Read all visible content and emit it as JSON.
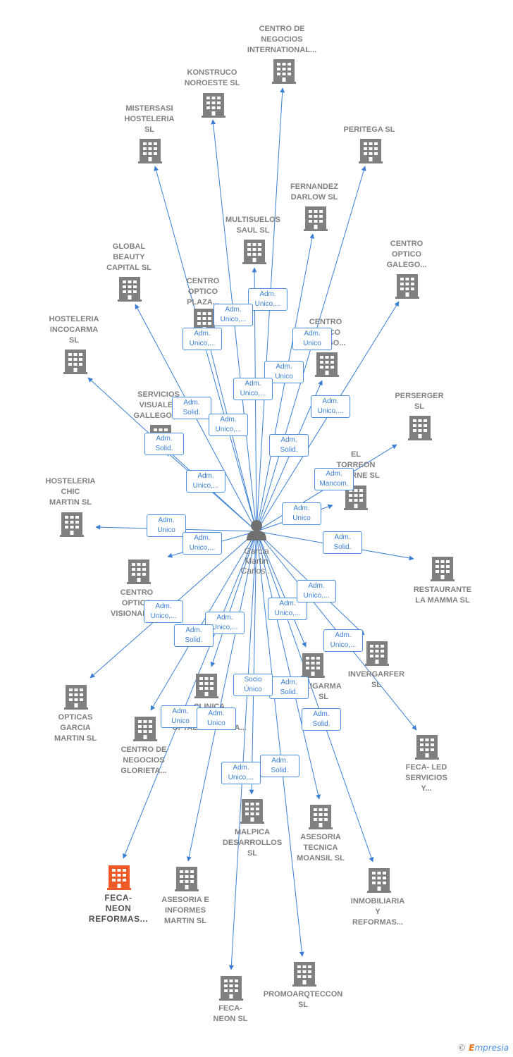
{
  "colors": {
    "edge": "#3a7fd5",
    "building": "#808080",
    "highlight": "#f05a28",
    "person": "#707070"
  },
  "center": {
    "label": "Garcia\nMartin\nCarlos...",
    "icon": "person-icon"
  },
  "nodes": [
    {
      "id": "centro-negocios-international",
      "label": "CENTRO DE\nNEGOCIOS\nINTERNATIONAL..."
    },
    {
      "id": "konstruco",
      "label": "KONSTRUCO\nNOROESTE SL"
    },
    {
      "id": "mistersasi",
      "label": "MISTERSASI\nHOSTELERIA\nSL"
    },
    {
      "id": "peritega",
      "label": "PERITEGA SL"
    },
    {
      "id": "fernandez-darlow",
      "label": "FERNANDEZ\nDARLOW SL"
    },
    {
      "id": "multisuelos",
      "label": "MULTISUELOS\nSAUL SL"
    },
    {
      "id": "global-beauty",
      "label": "GLOBAL\nBEAUTY\nCAPITAL SL"
    },
    {
      "id": "centro-optico-galego",
      "label": "CENTRO\nOPTICO\nGALEGO..."
    },
    {
      "id": "centro-optico-plaza",
      "label": "CENTRO\nOPTICO\nPLAZA..."
    },
    {
      "id": "hosteleria-incocarma",
      "label": "HOSTELERIA\nINCOCARMA\nSL"
    },
    {
      "id": "centro-optico-2",
      "label": "CENTRO\nOPTICO\nGALEGO..."
    },
    {
      "id": "servicios-visuales",
      "label": "SERVICIOS\nVISUALES\nGALLEGOS..."
    },
    {
      "id": "perserger",
      "label": "PERSERGER\nSL"
    },
    {
      "id": "el-torreon",
      "label": "EL\nTORREON\nDE ORNE SL"
    },
    {
      "id": "hosteleria-chic",
      "label": "HOSTELERIA\nCHIC\nMARTIN SL"
    },
    {
      "id": "restaurante-mamma",
      "label": "RESTAURANTE\nLA MAMMA SL"
    },
    {
      "id": "centro-optico-visionar",
      "label": "CENTRO\nOPTICO\nVISIONARIO..."
    },
    {
      "id": "invergarfer",
      "label": "INVERGARFER\nSL"
    },
    {
      "id": "ligarma",
      "label": "LIGARMA\nSL"
    },
    {
      "id": "opticas-garcia",
      "label": "OPTICAS\nGARCIA\nMARTIN SL"
    },
    {
      "id": "clinica",
      "label": "CLINICA\nDENTAL\nOFTALMOLOGICA..."
    },
    {
      "id": "centro-negocios-glorieta",
      "label": "CENTRO DE\nNEGOCIOS\nGLORIETA..."
    },
    {
      "id": "feca-led",
      "label": "FECA- LED\nSERVICIOS\nY..."
    },
    {
      "id": "malpica",
      "label": "MALPICA\nDESARROLLOS\nSL"
    },
    {
      "id": "asesoria-moansil",
      "label": "ASESORIA\nTECNICA\nMOANSIL SL"
    },
    {
      "id": "feca-neon-reformas",
      "label": "FECA-\nNEON\nREFORMAS..."
    },
    {
      "id": "asesoria-informes",
      "label": "ASESORIA E\nINFORMES\nMARTIN SL"
    },
    {
      "id": "inmobiliaria",
      "label": "INMOBILIARIA\nY\nREFORMAS..."
    },
    {
      "id": "feca-neon",
      "label": "FECA-\nNEON SL"
    },
    {
      "id": "promoarqteccon",
      "label": "PROMOARQTECCON\nSL"
    }
  ],
  "edges": [
    {
      "to": "centro-negocios-international",
      "role": "Adm.\nUnico,..."
    },
    {
      "to": "konstruco",
      "role": "Adm.\nUnico,..."
    },
    {
      "to": "mistersasi",
      "role": "Adm.\nUnico,..."
    },
    {
      "to": "peritega",
      "role": "Adm.\nUnico"
    },
    {
      "to": "fernandez-darlow",
      "role": "Adm.\nUnico"
    },
    {
      "to": "multisuelos",
      "role": "Adm.\nUnico,..."
    },
    {
      "to": "global-beauty",
      "role": "Adm.\nSolid."
    },
    {
      "to": "centro-optico-galego",
      "role": "Adm.\nUnico,..."
    },
    {
      "to": "centro-optico-plaza",
      "role": "Adm.\nUnico,..."
    },
    {
      "to": "hosteleria-incocarma",
      "role": "Adm.\nSolid."
    },
    {
      "to": "centro-optico-2",
      "role": "Adm.\nSolid."
    },
    {
      "to": "servicios-visuales",
      "role": "Adm.\nUnico,..."
    },
    {
      "to": "perserger",
      "role": "Adm.\nMancom."
    },
    {
      "to": "el-torreon",
      "role": "Adm.\nUnico"
    },
    {
      "to": "hosteleria-chic",
      "role": "Adm.\nUnico"
    },
    {
      "to": "restaurante-mamma",
      "role": "Adm.\nSolid."
    },
    {
      "to": "centro-optico-visionar",
      "role": "Adm.\nUnico,..."
    },
    {
      "to": "invergarfer",
      "role": "Adm.\nUnico,..."
    },
    {
      "to": "ligarma",
      "role": "Adm.\nUnico,..."
    },
    {
      "to": "opticas-garcia",
      "role": "Adm.\nUnico,..."
    },
    {
      "to": "clinica",
      "role": "Adm.\nUnico,..."
    },
    {
      "to": "centro-negocios-glorieta",
      "role": "Adm.\nSolid."
    },
    {
      "to": "feca-led",
      "role": "Adm.\nUnico,..."
    },
    {
      "to": "malpica",
      "role": "Adm.\nUnico,..."
    },
    {
      "to": "asesoria-moansil",
      "role": "Adm.\nSolid."
    },
    {
      "to": "feca-neon-reformas",
      "role": "Adm.\nUnico"
    },
    {
      "to": "asesoria-informes",
      "role": "Adm.\nUnico"
    },
    {
      "to": "inmobiliaria",
      "role": "Adm.\nSolid."
    },
    {
      "to": "feca-neon",
      "role": "Socio\nÚnico"
    },
    {
      "to": "promoarqteccon",
      "role": "Adm.\nSolid."
    }
  ],
  "watermark": {
    "symbol": "©",
    "brand_first": "E",
    "brand_rest": "mpresia"
  }
}
